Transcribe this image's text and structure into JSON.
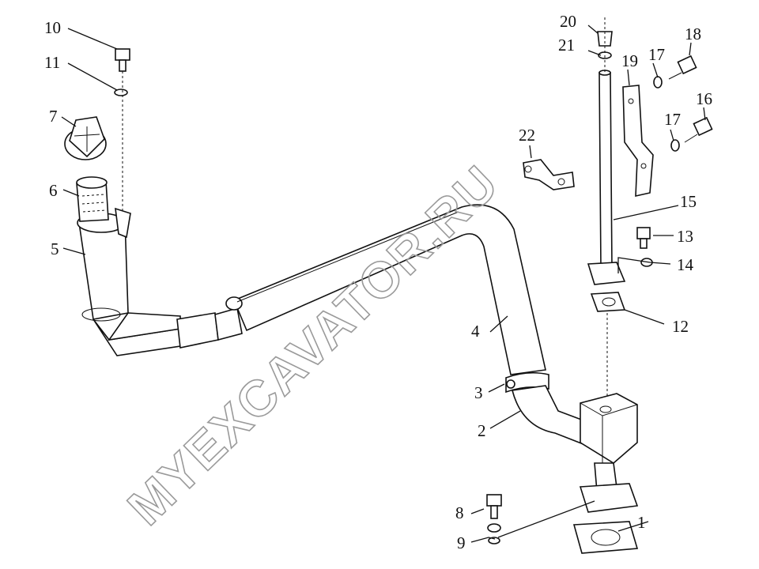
{
  "watermark": "MYEXCAVATOR.RU",
  "callouts": [
    "1",
    "2",
    "3",
    "4",
    "5",
    "6",
    "7",
    "8",
    "9",
    "10",
    "11",
    "12",
    "13",
    "14",
    "15",
    "16",
    "17",
    "17",
    "18",
    "19",
    "20",
    "21",
    "22"
  ]
}
